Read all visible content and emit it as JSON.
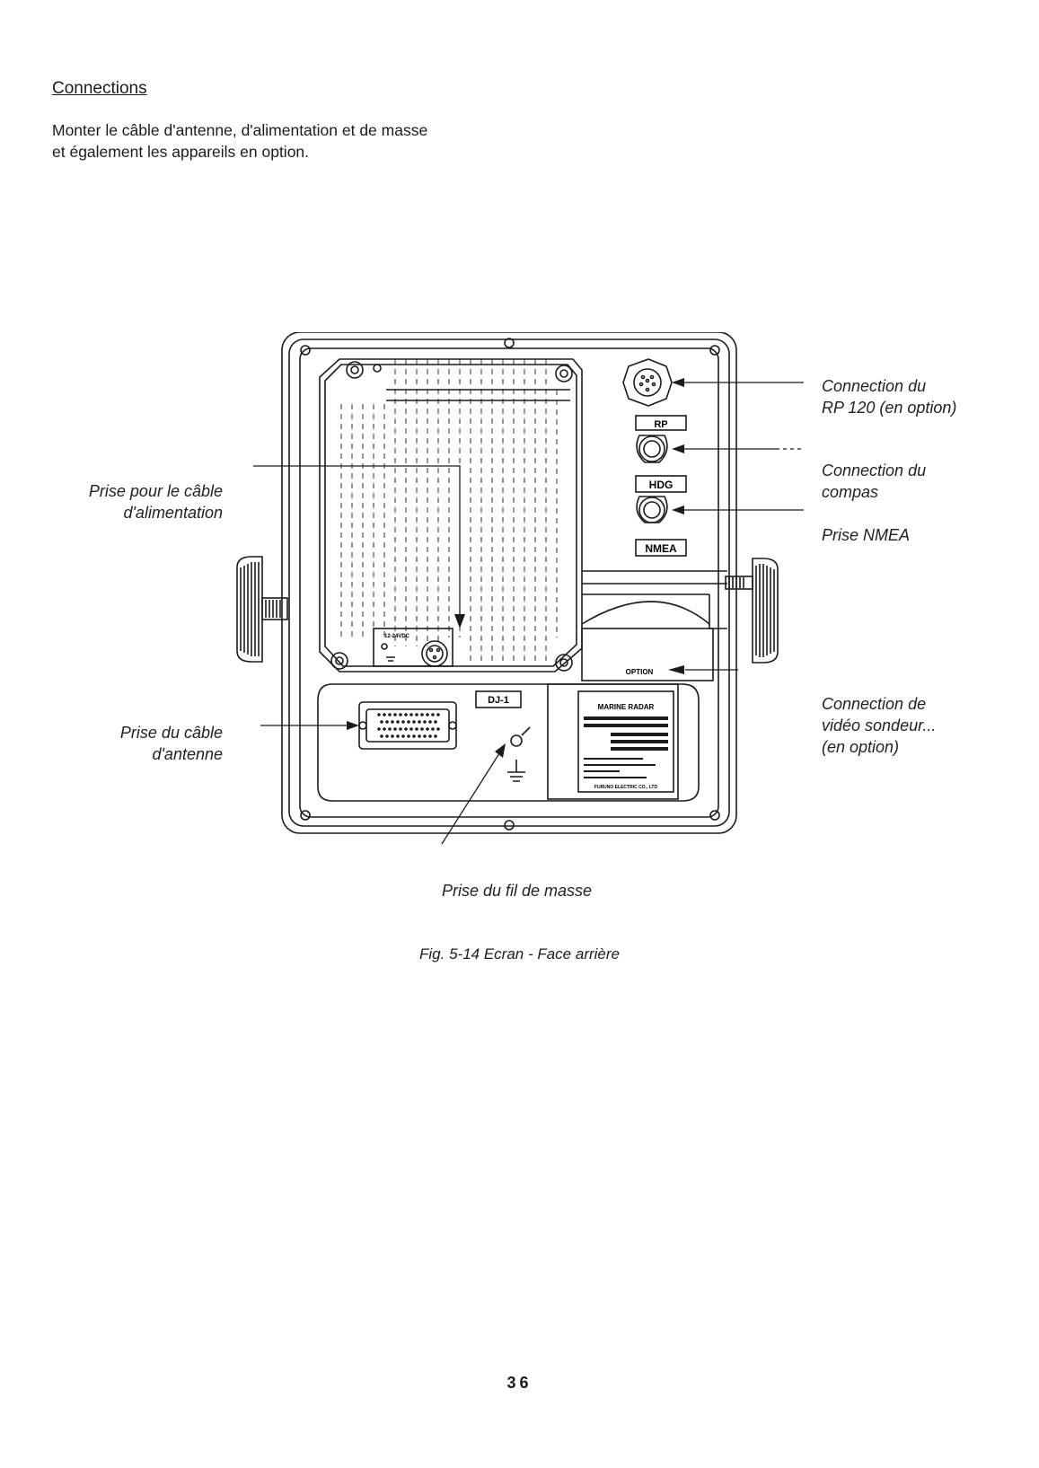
{
  "heading": "Connections",
  "intro": {
    "line1": "Monter le câble d'antenne, d'alimentation et de masse",
    "line2": "et également les appareils en option."
  },
  "callouts": {
    "rp120": {
      "line1": "Connection du",
      "line2": "RP 120 (en option)"
    },
    "compas": {
      "line1": "Connection du",
      "line2": "compas"
    },
    "nmea": "Prise NMEA",
    "video": {
      "line1": "Connection de",
      "line2": "vidéo sondeur...",
      "line3": "(en option)"
    },
    "alimentation": {
      "line1": "Prise pour le câble",
      "line2": "d'alimentation"
    },
    "antenne": {
      "line1": "Prise du câble",
      "line2": "d'antenne"
    },
    "masse": "Prise du fil de masse"
  },
  "device": {
    "port_rp": "RP",
    "port_hdg": "HDG",
    "port_nmea": "NMEA",
    "option_label": "OPTION",
    "dj1_label": "DJ-1",
    "power_label": "12-24VDC",
    "nameplate_title": "MARINE RADAR",
    "nameplate_footer": "FURUNO ELECTRIC CO., LTD"
  },
  "caption": "Fig. 5-14 Ecran - Face arrière",
  "page_number": "36"
}
